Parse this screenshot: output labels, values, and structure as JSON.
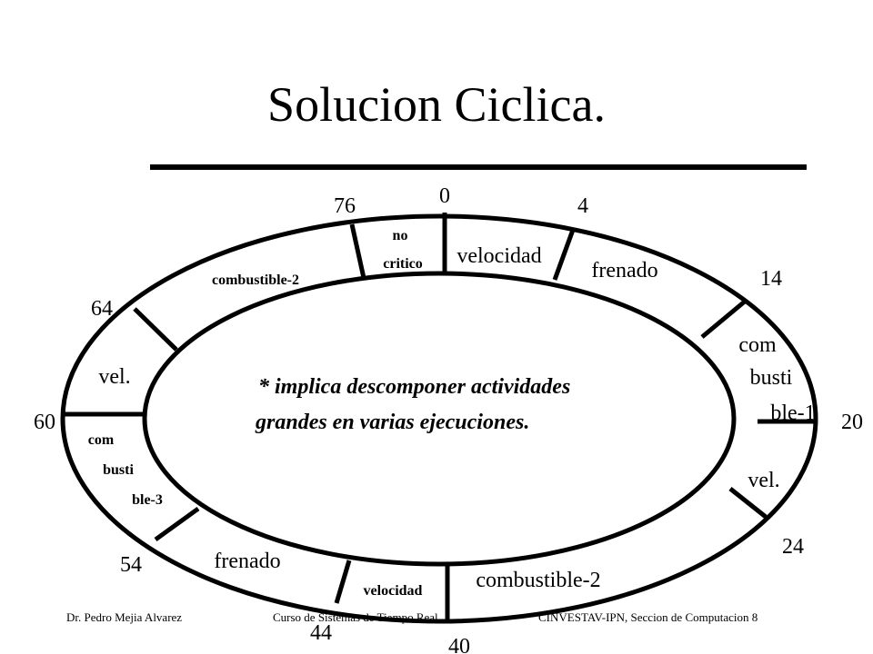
{
  "title": "Solucion Ciclica.",
  "ticks": [
    "0",
    "4",
    "14",
    "20",
    "24",
    "40",
    "44",
    "54",
    "60",
    "64",
    "76"
  ],
  "segments": {
    "no_critico": [
      "no",
      "critico"
    ],
    "velocidad_top": "velocidad",
    "frenado_top": "frenado",
    "combustible1": [
      "com",
      "busti",
      "ble-1"
    ],
    "vel_right": "vel.",
    "combustible2_bottom": "combustible-2",
    "velocidad_bottom": "velocidad",
    "frenado_bottom": "frenado",
    "combustible3": [
      "com",
      "busti",
      "ble-3"
    ],
    "vel_left": "vel.",
    "combustible2_top": "combustible-2"
  },
  "note": [
    "* implica descomponer actividades",
    "grandes en varias ejecuciones."
  ],
  "footer": {
    "left": "Dr. Pedro Mejia Alvarez",
    "center": "Curso de Sistemas de Tiempo Real",
    "right": "CINVESTAV-IPN, Seccion de Computacion 8"
  }
}
